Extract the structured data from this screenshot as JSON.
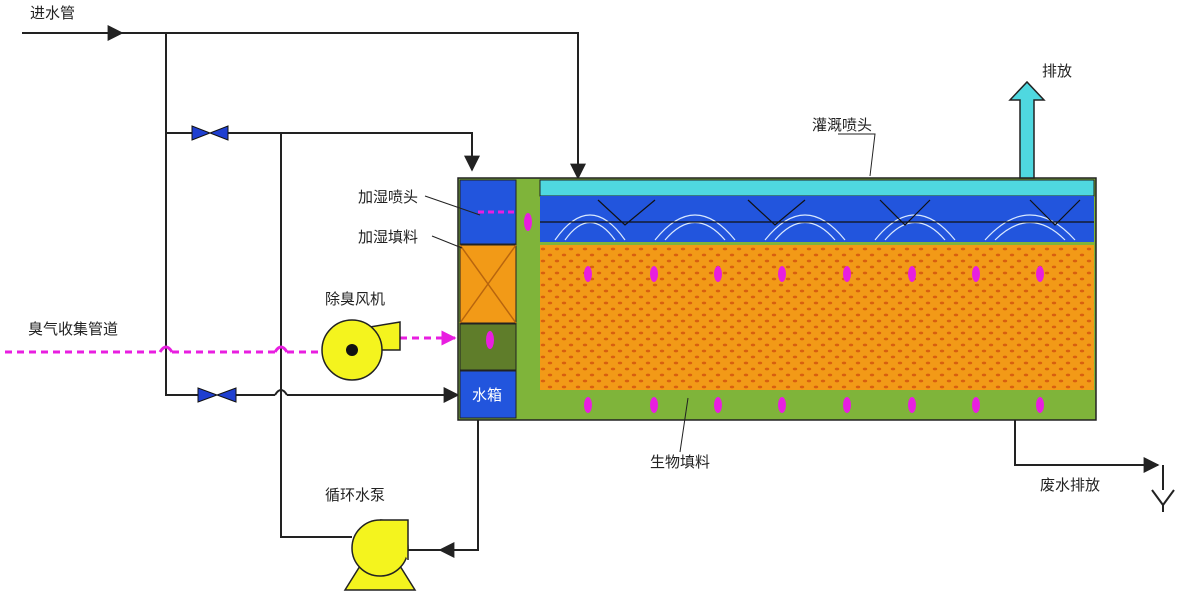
{
  "labels": {
    "inlet_pipe": "进水管",
    "exhaust": "排放",
    "spray_nozzle": "灌溉喷头",
    "humidify_nozzle": "加湿喷头",
    "humidify_packing": "加湿填料",
    "deodor_fan": "除臭风机",
    "odor_collection": "臭气收集管道",
    "water_tank": "水箱",
    "bio_packing": "生物填料",
    "circulation_pump": "循环水泵",
    "wastewater": "废水排放"
  },
  "colors": {
    "tank_blue": "#2255dd",
    "packing_orange": "#f29a17",
    "packing_dot": "#d85f10",
    "frame_green": "#7fb43a",
    "filler_dark_green": "#5f7d2a",
    "top_cyan": "#4fd8e0",
    "equipment_yellow": "#f4f41e",
    "gas_magenta": "#e81ee0",
    "valve_blue": "#1f3fd0"
  },
  "icons": {
    "valve": "butterfly-valve-icon",
    "fan": "centrifugal-fan-icon",
    "pump": "centrifugal-pump-icon",
    "drain": "drain-funnel-icon",
    "exhaust_arrow": "up-arrow-icon"
  }
}
